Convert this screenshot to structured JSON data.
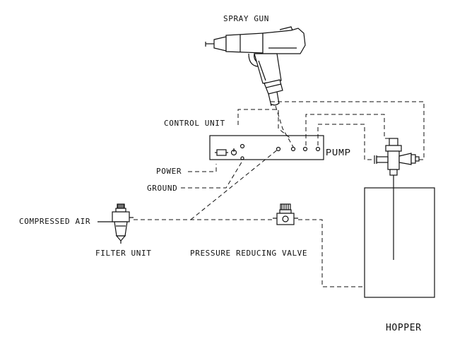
{
  "labels": {
    "spray_gun": "SPRAY GUN",
    "control_unit": "CONTROL UNIT",
    "pump": "PUMP",
    "power": "POWER",
    "ground": "GROUND",
    "compressed_air": "COMPRESSED AIR",
    "filter_unit": "FILTER UNIT",
    "pressure_reducing_valve": "PRESSURE REDUCING VALVE",
    "hopper": "HOPPER"
  },
  "icons": {
    "spray_gun": "spray-gun-icon",
    "filter_unit": "filter-unit-icon",
    "pressure_reducing_valve": "valve-icon",
    "pump": "pump-injector-icon"
  }
}
